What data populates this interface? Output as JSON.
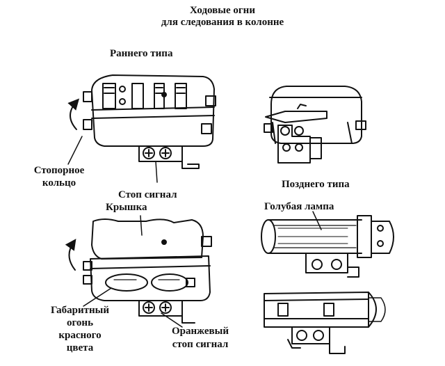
{
  "title": {
    "line1": "Ходовые огни",
    "line2": "для следования в колонне"
  },
  "sections": {
    "early": "Раннего типа",
    "late": "Позднего типа"
  },
  "labels": {
    "lock_ring_1": "Стопорное",
    "lock_ring_2": "кольцо",
    "stop_signal": "Стоп сигнал",
    "cover": "Крышка",
    "blue_lamp": "Голубая лампа",
    "marker_1": "Габаритный",
    "marker_2": "огонь",
    "marker_3": "красного",
    "marker_4": "цвета",
    "orange_1": "Оранжевый",
    "orange_2": "стоп сигнал"
  }
}
